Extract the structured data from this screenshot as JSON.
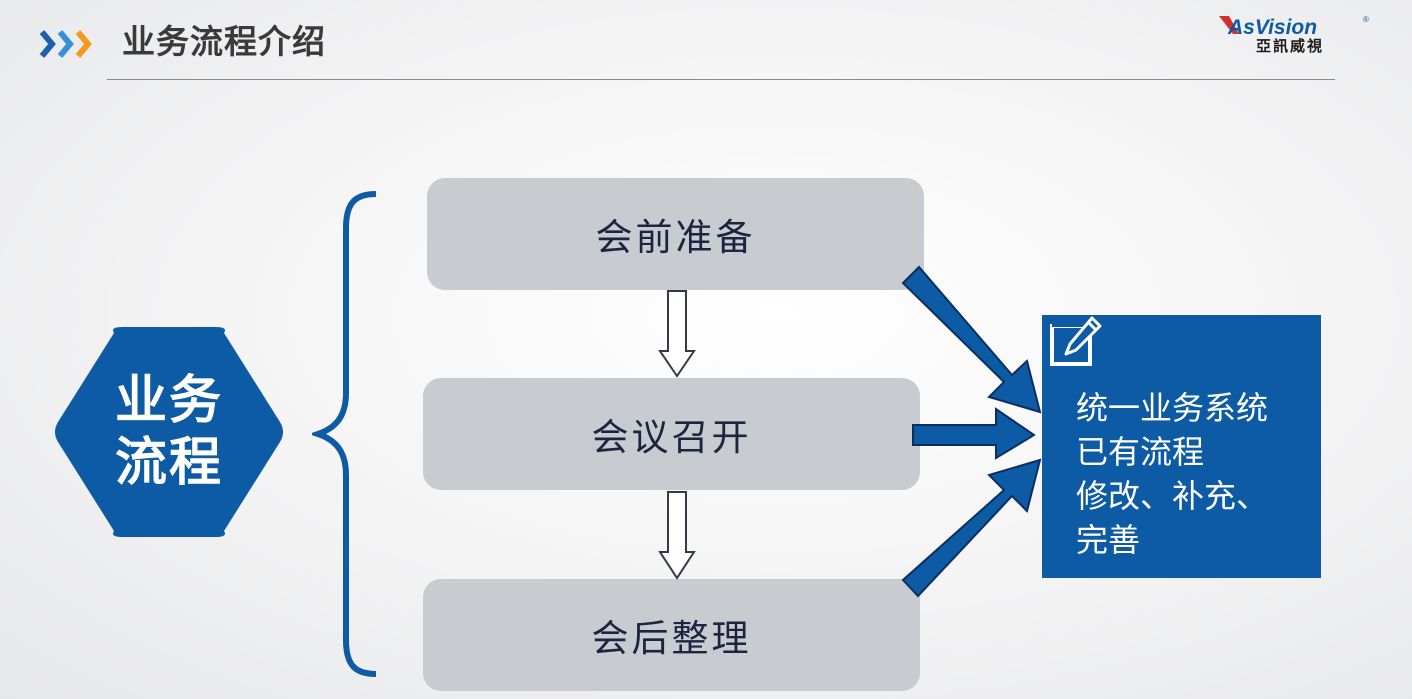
{
  "header": {
    "title": "业务流程介绍",
    "chevron_icon": "triple-chevron-right-icon",
    "chevron_colors": [
      "#1f5fa8",
      "#3a8fd8",
      "#f39a1e"
    ]
  },
  "logo": {
    "brand": "AsVision",
    "registered": "®",
    "subtitle": "亞訊威視",
    "color": "#0c5ba4",
    "accent": "#d32f2f"
  },
  "hexagon": {
    "label": "业务流程",
    "color": "#0c5ba4"
  },
  "steps": [
    {
      "label": "会前准备"
    },
    {
      "label": "会议召开"
    },
    {
      "label": "会后整理"
    }
  ],
  "result": {
    "icon": "edit-icon",
    "lines": [
      "统一业务系统",
      "已有流程",
      "修改、补充、",
      "完善"
    ],
    "color": "#0c5ba4"
  }
}
